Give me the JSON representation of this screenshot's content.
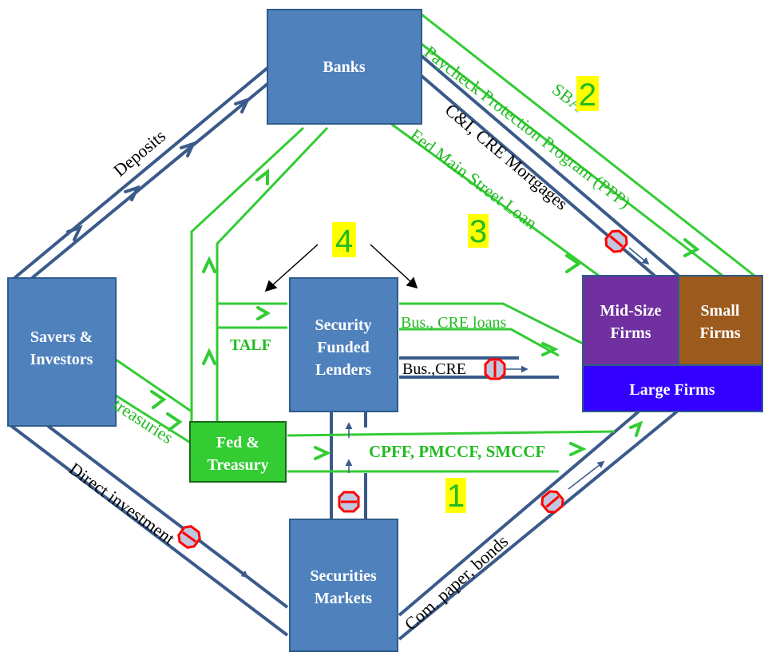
{
  "nodes": {
    "banks": "Banks",
    "savers_line1": "Savers &",
    "savers_line2": "Investors",
    "security_line1": "Security",
    "security_line2": "Funded",
    "security_line3": "Lenders",
    "fed_line1": "Fed &",
    "fed_line2": "Treasury",
    "markets_line1": "Securities",
    "markets_line2": "Markets",
    "midsize_line1": "Mid-Size",
    "midsize_line2": "Firms",
    "small_line1": "Small",
    "small_line2": "Firms",
    "large": "Large Firms"
  },
  "labels": {
    "deposits": "Deposits",
    "sba": "SBA",
    "ppp": "Paycheck Protection Program (PPP)",
    "ci_cre": "C&I, CRE Mortgages",
    "main_street": "Fed Main Street Loan",
    "talf": "TALF",
    "bus_cre_loans": "Bus., CRE loans",
    "bus_cre": "Bus.,CRE",
    "treasuries": "treasuries",
    "cpff": "CPFF, PMCCF, SMCCF",
    "direct_investment": "Direct investment",
    "com_paper": "Com. paper, bonds"
  },
  "numbers": {
    "one": "1",
    "two": "2",
    "three": "3",
    "four": "4"
  },
  "colors": {
    "box_blue": "#4f81bd",
    "box_border": "#2e5c8a",
    "flow_navy": "#3a5a8a",
    "flow_green": "#33cc33",
    "fed_green": "#33cc33",
    "midsize_purple": "#7030a0",
    "small_brown": "#9c5a1c",
    "large_blue": "#3300ff",
    "highlight": "#ffff00",
    "stop_red": "#ff0000"
  },
  "icons": [
    "stop-sign-icon"
  ]
}
